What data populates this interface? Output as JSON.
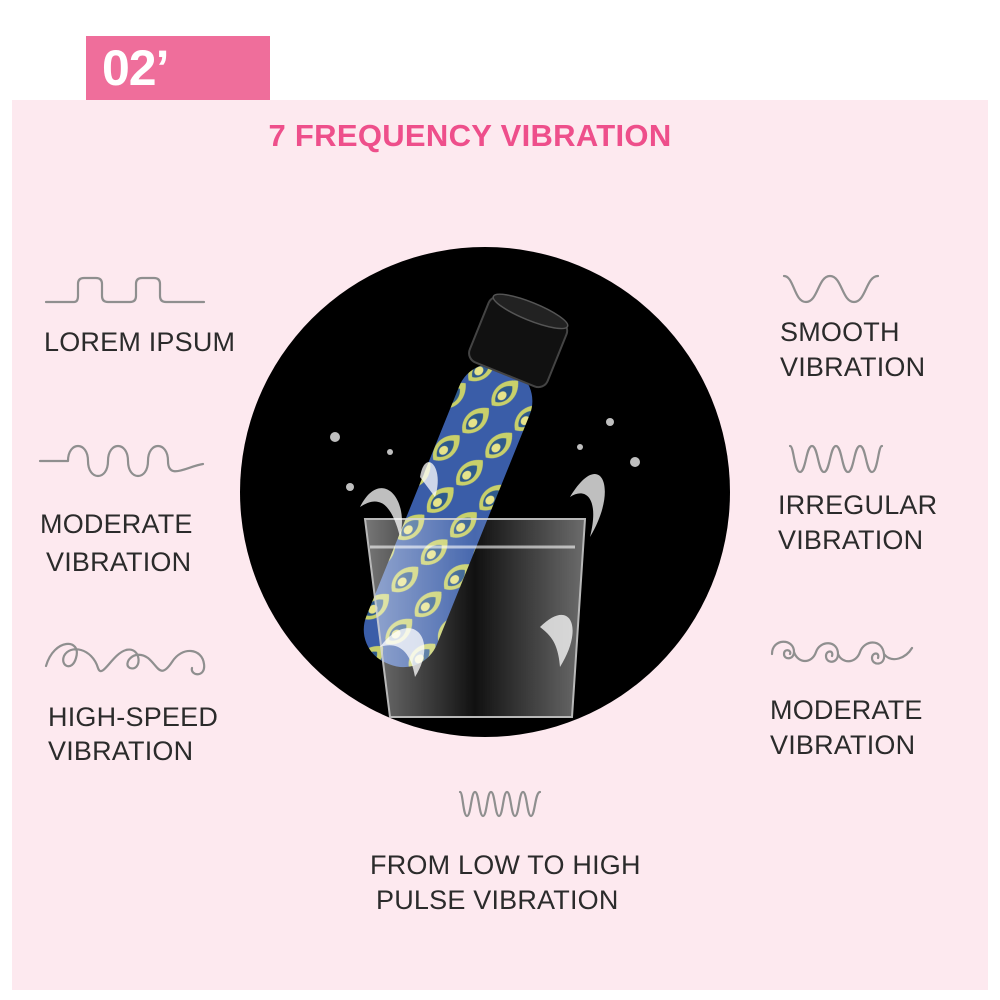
{
  "badge": "02’",
  "title": "7 FREQUENCY VIBRATION",
  "modes": [
    {
      "line1": "LOREM IPSUM",
      "line2": "",
      "icon": "square-wave-icon"
    },
    {
      "line1": "MODERATE",
      "line2": "VIBRATION",
      "icon": "rounded-wave-icon"
    },
    {
      "line1": "HIGH-SPEED",
      "line2": "VIBRATION",
      "icon": "curl-wave-icon"
    },
    {
      "line1": "SMOOTH",
      "line2": "VIBRATION",
      "icon": "sine-wave-icon"
    },
    {
      "line1": "IRREGULAR",
      "line2": "VIBRATION",
      "icon": "zigzag-wave-icon"
    },
    {
      "line1": "MODERATE",
      "line2": "VIBRATION",
      "icon": "spiral-wave-icon"
    },
    {
      "line1": "FROM LOW TO HIGH",
      "line2": "PULSE VIBRATION",
      "icon": "dense-wave-icon"
    }
  ],
  "colors": {
    "accent": "#ee4f8b",
    "badge_bg": "#ef6e9b",
    "panel_bg": "#fde9ef",
    "text": "#2b2b2b",
    "icon": "#8f8f8f"
  }
}
